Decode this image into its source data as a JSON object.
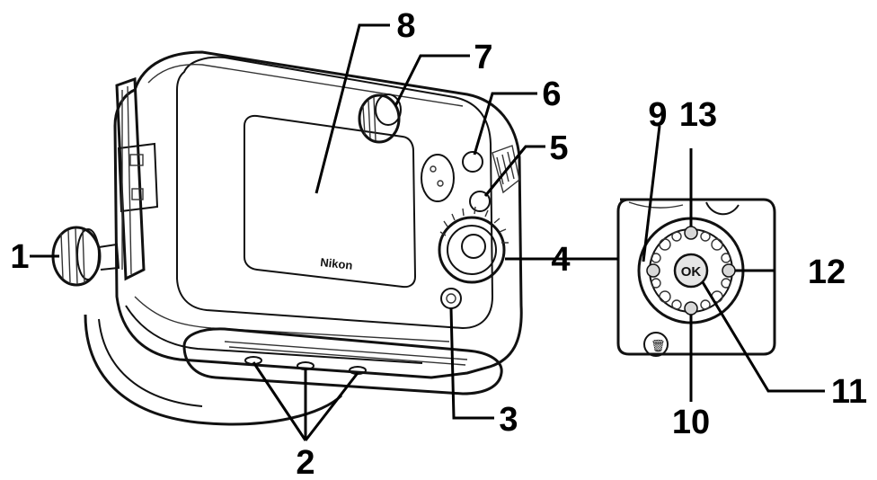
{
  "diagram": {
    "brand_text": "Nikon",
    "ok_button_text": "OK",
    "callouts": [
      {
        "id": "1",
        "label": "1"
      },
      {
        "id": "2",
        "label": "2"
      },
      {
        "id": "3",
        "label": "3"
      },
      {
        "id": "4",
        "label": "4"
      },
      {
        "id": "5",
        "label": "5"
      },
      {
        "id": "6",
        "label": "6"
      },
      {
        "id": "7",
        "label": "7"
      },
      {
        "id": "8",
        "label": "8"
      },
      {
        "id": "9",
        "label": "9"
      },
      {
        "id": "10",
        "label": "10"
      },
      {
        "id": "11",
        "label": "11"
      },
      {
        "id": "12",
        "label": "12"
      },
      {
        "id": "13",
        "label": "13"
      }
    ]
  }
}
